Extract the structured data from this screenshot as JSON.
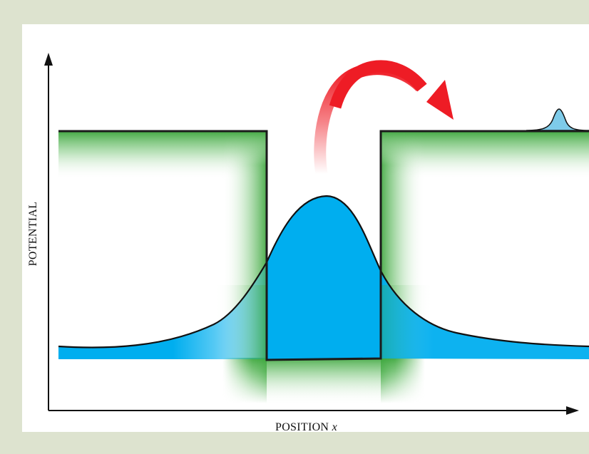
{
  "axes": {
    "y_label": "POTENTIAL",
    "x_label": "POSITION",
    "x_var": "x"
  },
  "colors": {
    "background": "#dde3cf",
    "panel": "#ffffff",
    "wavefunction": "#00aeef",
    "potential_glow": "#3aa53a",
    "arrow": "#ee1c25",
    "line": "#111111"
  }
}
